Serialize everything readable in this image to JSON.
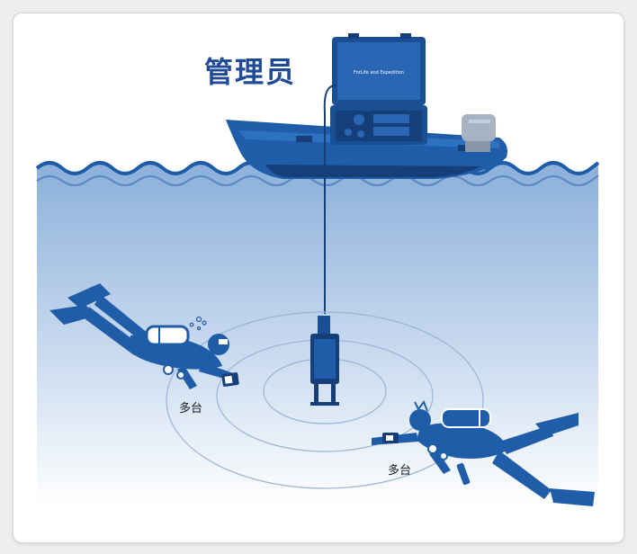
{
  "title": "管理员",
  "console_screen_text": "ForLife and Expedition",
  "diver_left_label": "多台",
  "diver_right_label": "多台",
  "colors": {
    "boat": "#1f5da8",
    "boat_dark": "#163f7a",
    "water_top": "#8fb1d9",
    "water_bottom": "#ffffff",
    "ring": "#9ab4d6",
    "title": "#1f4a96"
  },
  "icons": [
    "boat-icon",
    "console-icon",
    "transceiver-icon",
    "diver-icon",
    "handheld-device-icon",
    "bubbles-icon",
    "engine-icon"
  ]
}
